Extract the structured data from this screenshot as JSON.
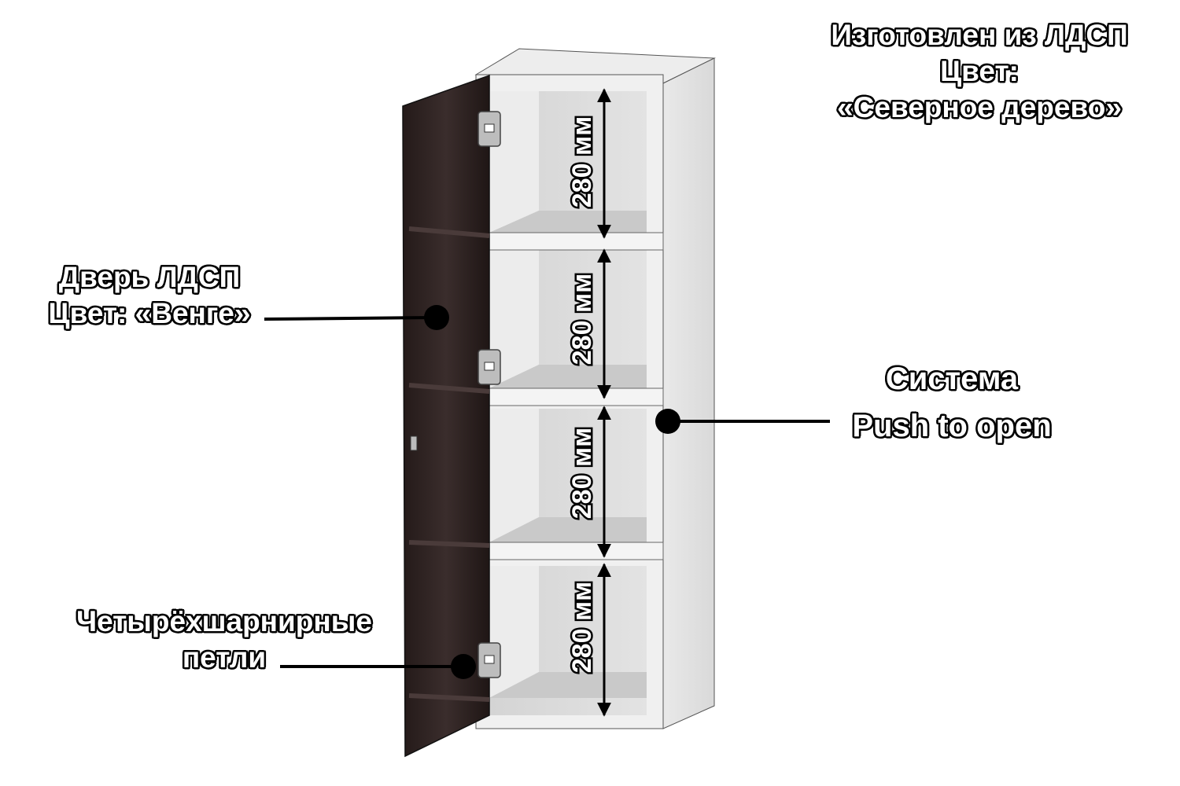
{
  "callouts": {
    "material": {
      "line1": "Изготовлен из ЛДСП",
      "line2": "Цвет:",
      "line3": "«Северное дерево»"
    },
    "door": {
      "line1": "Дверь ЛДСП",
      "line2": "Цвет: «Венге»"
    },
    "system": {
      "line1": "Система",
      "line2": "Push to open"
    },
    "hinges": {
      "line1": "Четырёхшарнирные",
      "line2": "петли"
    }
  },
  "dimensions": {
    "compartment_1": "280 мм",
    "compartment_2": "280 мм",
    "compartment_3": "280 мм",
    "compartment_4": "280 мм"
  },
  "colors": {
    "body": "#e8e8e8",
    "door": "#2a1e1d",
    "outline": "#000000",
    "label_fill": "#ffffff"
  }
}
